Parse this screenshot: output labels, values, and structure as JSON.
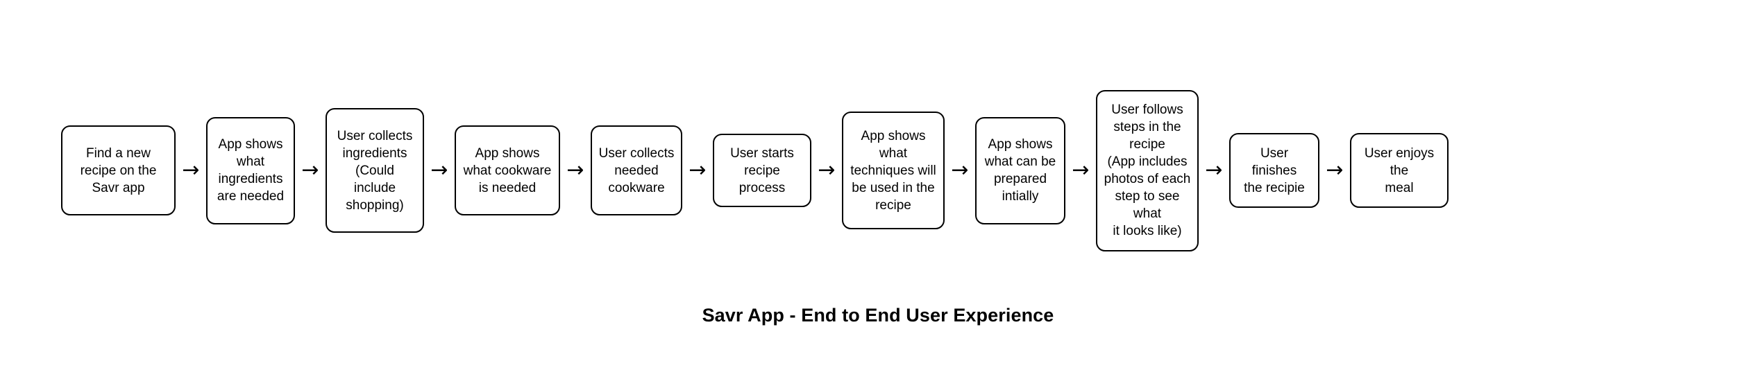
{
  "diagram": {
    "caption": "Savr App - End to End User Experience",
    "arrow_glyph": "→",
    "background_color": "#ffffff",
    "border_color": "#000000",
    "text_color": "#000000",
    "nodes": [
      {
        "id": "find-recipe",
        "label": "Find a new\nrecipe on the\nSavr app"
      },
      {
        "id": "app-shows-ingredients",
        "label": "App shows\nwhat\ningredients\nare needed"
      },
      {
        "id": "user-collects-ingredients",
        "label": "User collects\ningredients\n(Could include\nshopping)"
      },
      {
        "id": "app-shows-cookware",
        "label": "App shows\nwhat cookware\nis needed"
      },
      {
        "id": "user-collects-cookware",
        "label": "User collects\nneeded\ncookware"
      },
      {
        "id": "user-starts-recipe",
        "label": "User starts\nrecipe process"
      },
      {
        "id": "app-shows-techniques",
        "label": "App shows\nwhat\ntechniques will\nbe used in the\nrecipe"
      },
      {
        "id": "app-shows-prep",
        "label": "App shows\nwhat can be\nprepared\nintially"
      },
      {
        "id": "user-follows-steps",
        "label": "User follows\nsteps in the\nrecipe\n(App includes\nphotos of each\nstep to see what\nit looks like)"
      },
      {
        "id": "user-finishes-recipe",
        "label": "User finishes\nthe recipie"
      },
      {
        "id": "user-enjoys-meal",
        "label": "User enjoys the\nmeal"
      }
    ],
    "arrows": [
      {
        "id": "arrow-1"
      },
      {
        "id": "arrow-2"
      },
      {
        "id": "arrow-3"
      },
      {
        "id": "arrow-4"
      },
      {
        "id": "arrow-5"
      },
      {
        "id": "arrow-6"
      },
      {
        "id": "arrow-7"
      },
      {
        "id": "arrow-8"
      },
      {
        "id": "arrow-9"
      },
      {
        "id": "arrow-10"
      }
    ]
  },
  "chart_data": {
    "type": "diagram",
    "subtype": "linear-flowchart",
    "title": "Savr App - End to End User Experience",
    "direction": "left-to-right",
    "node_count": 11,
    "edge_count": 10,
    "steps": [
      "Find a new recipe on the Savr app",
      "App shows what ingredients are needed",
      "User collects ingredients (Could include shopping)",
      "App shows what cookware is needed",
      "User collects needed cookware",
      "User starts recipe process",
      "App shows what techniques will be used in the recipe",
      "App shows what can be prepared intially",
      "User follows steps in the recipe (App includes photos of each step to see what it looks like)",
      "User finishes the recipie",
      "User enjoys the meal"
    ],
    "edges": [
      [
        0,
        1
      ],
      [
        1,
        2
      ],
      [
        2,
        3
      ],
      [
        3,
        4
      ],
      [
        4,
        5
      ],
      [
        5,
        6
      ],
      [
        6,
        7
      ],
      [
        7,
        8
      ],
      [
        8,
        9
      ],
      [
        9,
        10
      ]
    ]
  }
}
